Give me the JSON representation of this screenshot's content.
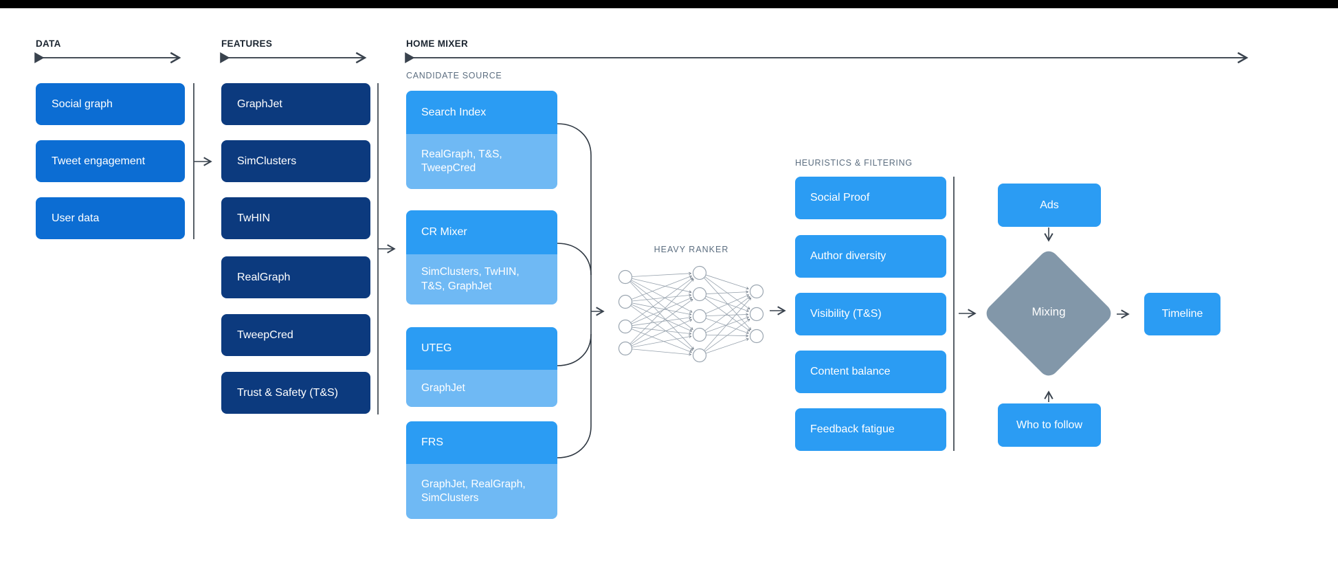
{
  "diagram": {
    "data_col": {
      "header": "DATA",
      "items": [
        "Social graph",
        "Tweet engagement",
        "User data"
      ]
    },
    "features_col": {
      "header": "FEATURES",
      "items": [
        "GraphJet",
        "SimClusters",
        "TwHIN",
        "RealGraph",
        "TweepCred",
        "Trust & Safety (T&S)"
      ]
    },
    "home_mixer": {
      "header": "HOME MIXER",
      "candidate_source_label": "CANDIDATE SOURCE",
      "candidates": [
        {
          "name": "Search Index",
          "sources": "RealGraph, T&S, TweepCred"
        },
        {
          "name": "CR Mixer",
          "sources": "SimClusters, TwHIN, T&S, GraphJet"
        },
        {
          "name": "UTEG",
          "sources": "GraphJet"
        },
        {
          "name": "FRS",
          "sources": "GraphJet, RealGraph, SimClusters"
        }
      ],
      "heavy_ranker_label": "HEAVY RANKER",
      "heuristics_label": "HEURISTICS & FILTERING",
      "heuristics": [
        "Social Proof",
        "Author diversity",
        "Visibility (T&S)",
        "Content balance",
        "Feedback fatigue"
      ],
      "ads": "Ads",
      "mixing": "Mixing",
      "who_to_follow": "Who to follow"
    },
    "timeline": "Timeline",
    "colors": {
      "data_box": "#0c6dd3",
      "features_box": "#0c3a7e",
      "candidate_top": "#2b9cf3",
      "candidate_sub": "#6fb9f4",
      "heuristic_box": "#2b9cf3",
      "output_box": "#2b9cf3",
      "diamond": "#8297a9",
      "header_text": "#1b2530",
      "sublabel_text": "#5c6e80",
      "line": "#39424d"
    }
  }
}
